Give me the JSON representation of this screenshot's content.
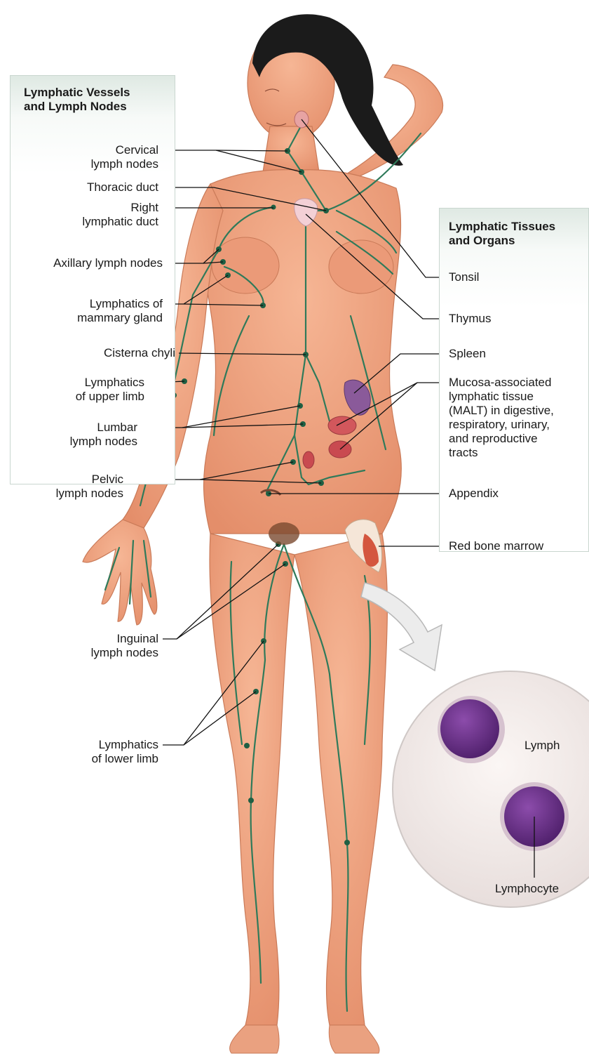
{
  "left_panel": {
    "title_line1": "Lymphatic Vessels",
    "title_line2": "and Lymph Nodes"
  },
  "right_panel": {
    "title_line1": "Lymphatic Tissues",
    "title_line2": "and Organs"
  },
  "labels": {
    "cervical_1": "Cervical",
    "cervical_2": "lymph nodes",
    "thoracic_duct": "Thoracic duct",
    "right_duct_1": "Right",
    "right_duct_2": "lymphatic duct",
    "axillary": "Axillary lymph nodes",
    "mammary_1": "Lymphatics of",
    "mammary_2": "mammary gland",
    "cisterna": "Cisterna chyli",
    "upper_limb_1": "Lymphatics",
    "upper_limb_2": "of upper limb",
    "lumbar_1": "Lumbar",
    "lumbar_2": "lymph nodes",
    "pelvic_1": "Pelvic",
    "pelvic_2": "lymph nodes",
    "inguinal_1": "Inguinal",
    "inguinal_2": "lymph nodes",
    "lower_limb_1": "Lymphatics",
    "lower_limb_2": "of lower limb",
    "tonsil": "Tonsil",
    "thymus": "Thymus",
    "spleen": "Spleen",
    "malt_1": "Mucosa-associated",
    "malt_2": "lymphatic tissue",
    "malt_3": "(MALT) in digestive,",
    "malt_4": "respiratory, urinary,",
    "malt_5": "and reproductive",
    "malt_6": "tracts",
    "appendix": "Appendix",
    "red_bone_marrow": "Red bone marrow",
    "lymph": "Lymph",
    "lymphocyte": "Lymphocyte"
  },
  "colors": {
    "skin": "#f0a883",
    "skin_shade": "#d98766",
    "vessel": "#2f7a5a",
    "hair": "#1b1b1b",
    "spleen": "#8a5a9a",
    "marrow": "#d0462f",
    "cell": "#5a2778",
    "leader": "#111111"
  }
}
